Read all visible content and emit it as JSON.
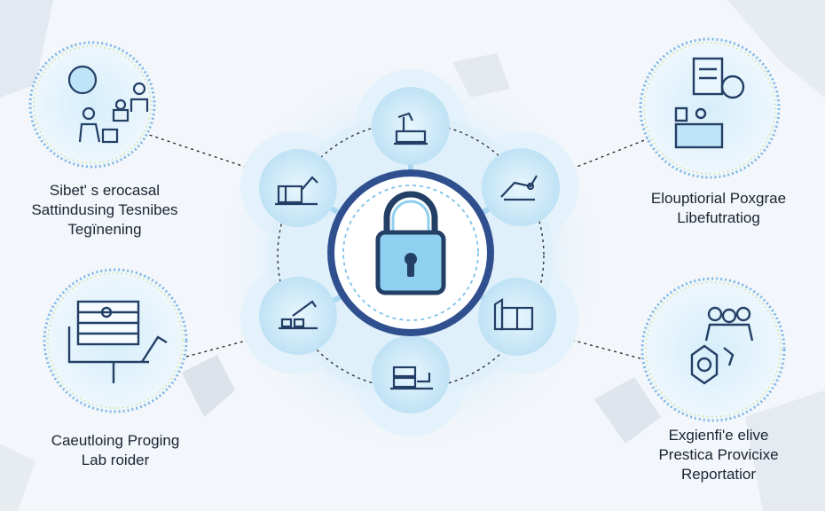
{
  "colors": {
    "background": "#f3f6fa",
    "accent_dark": "#2f4f8f",
    "accent_light": "#bfe4f7",
    "icon_stroke": "#233f66",
    "dot_ring": "#7fb6e6",
    "dot_ring_secondary": "#c8d66a"
  },
  "center": {
    "icon": "padlock-icon"
  },
  "inner_nodes": [
    {
      "icon": "factory-icon"
    },
    {
      "icon": "machine-arm-icon"
    },
    {
      "icon": "document-box-icon"
    },
    {
      "icon": "conveyor-icon"
    },
    {
      "icon": "crane-icon"
    },
    {
      "icon": "assembly-line-icon"
    }
  ],
  "outer_nodes": [
    {
      "icon": "team-meeting-icon",
      "lines": [
        "Sibet' s erocasal",
        "Sattindusing Tesnibes",
        "Tegïnening"
      ]
    },
    {
      "icon": "dashboard-icon",
      "lines": [
        "Caeutloing Proging",
        "Lab roider"
      ]
    },
    {
      "icon": "clipboard-search-icon",
      "lines": [
        "Eloup​tiorial Poxgrae",
        "Libefutratiog"
      ]
    },
    {
      "icon": "award-team-icon",
      "lines": [
        "Exgienfi'e elive",
        "Prestica Provicixe",
        "Reportatior"
      ]
    }
  ]
}
